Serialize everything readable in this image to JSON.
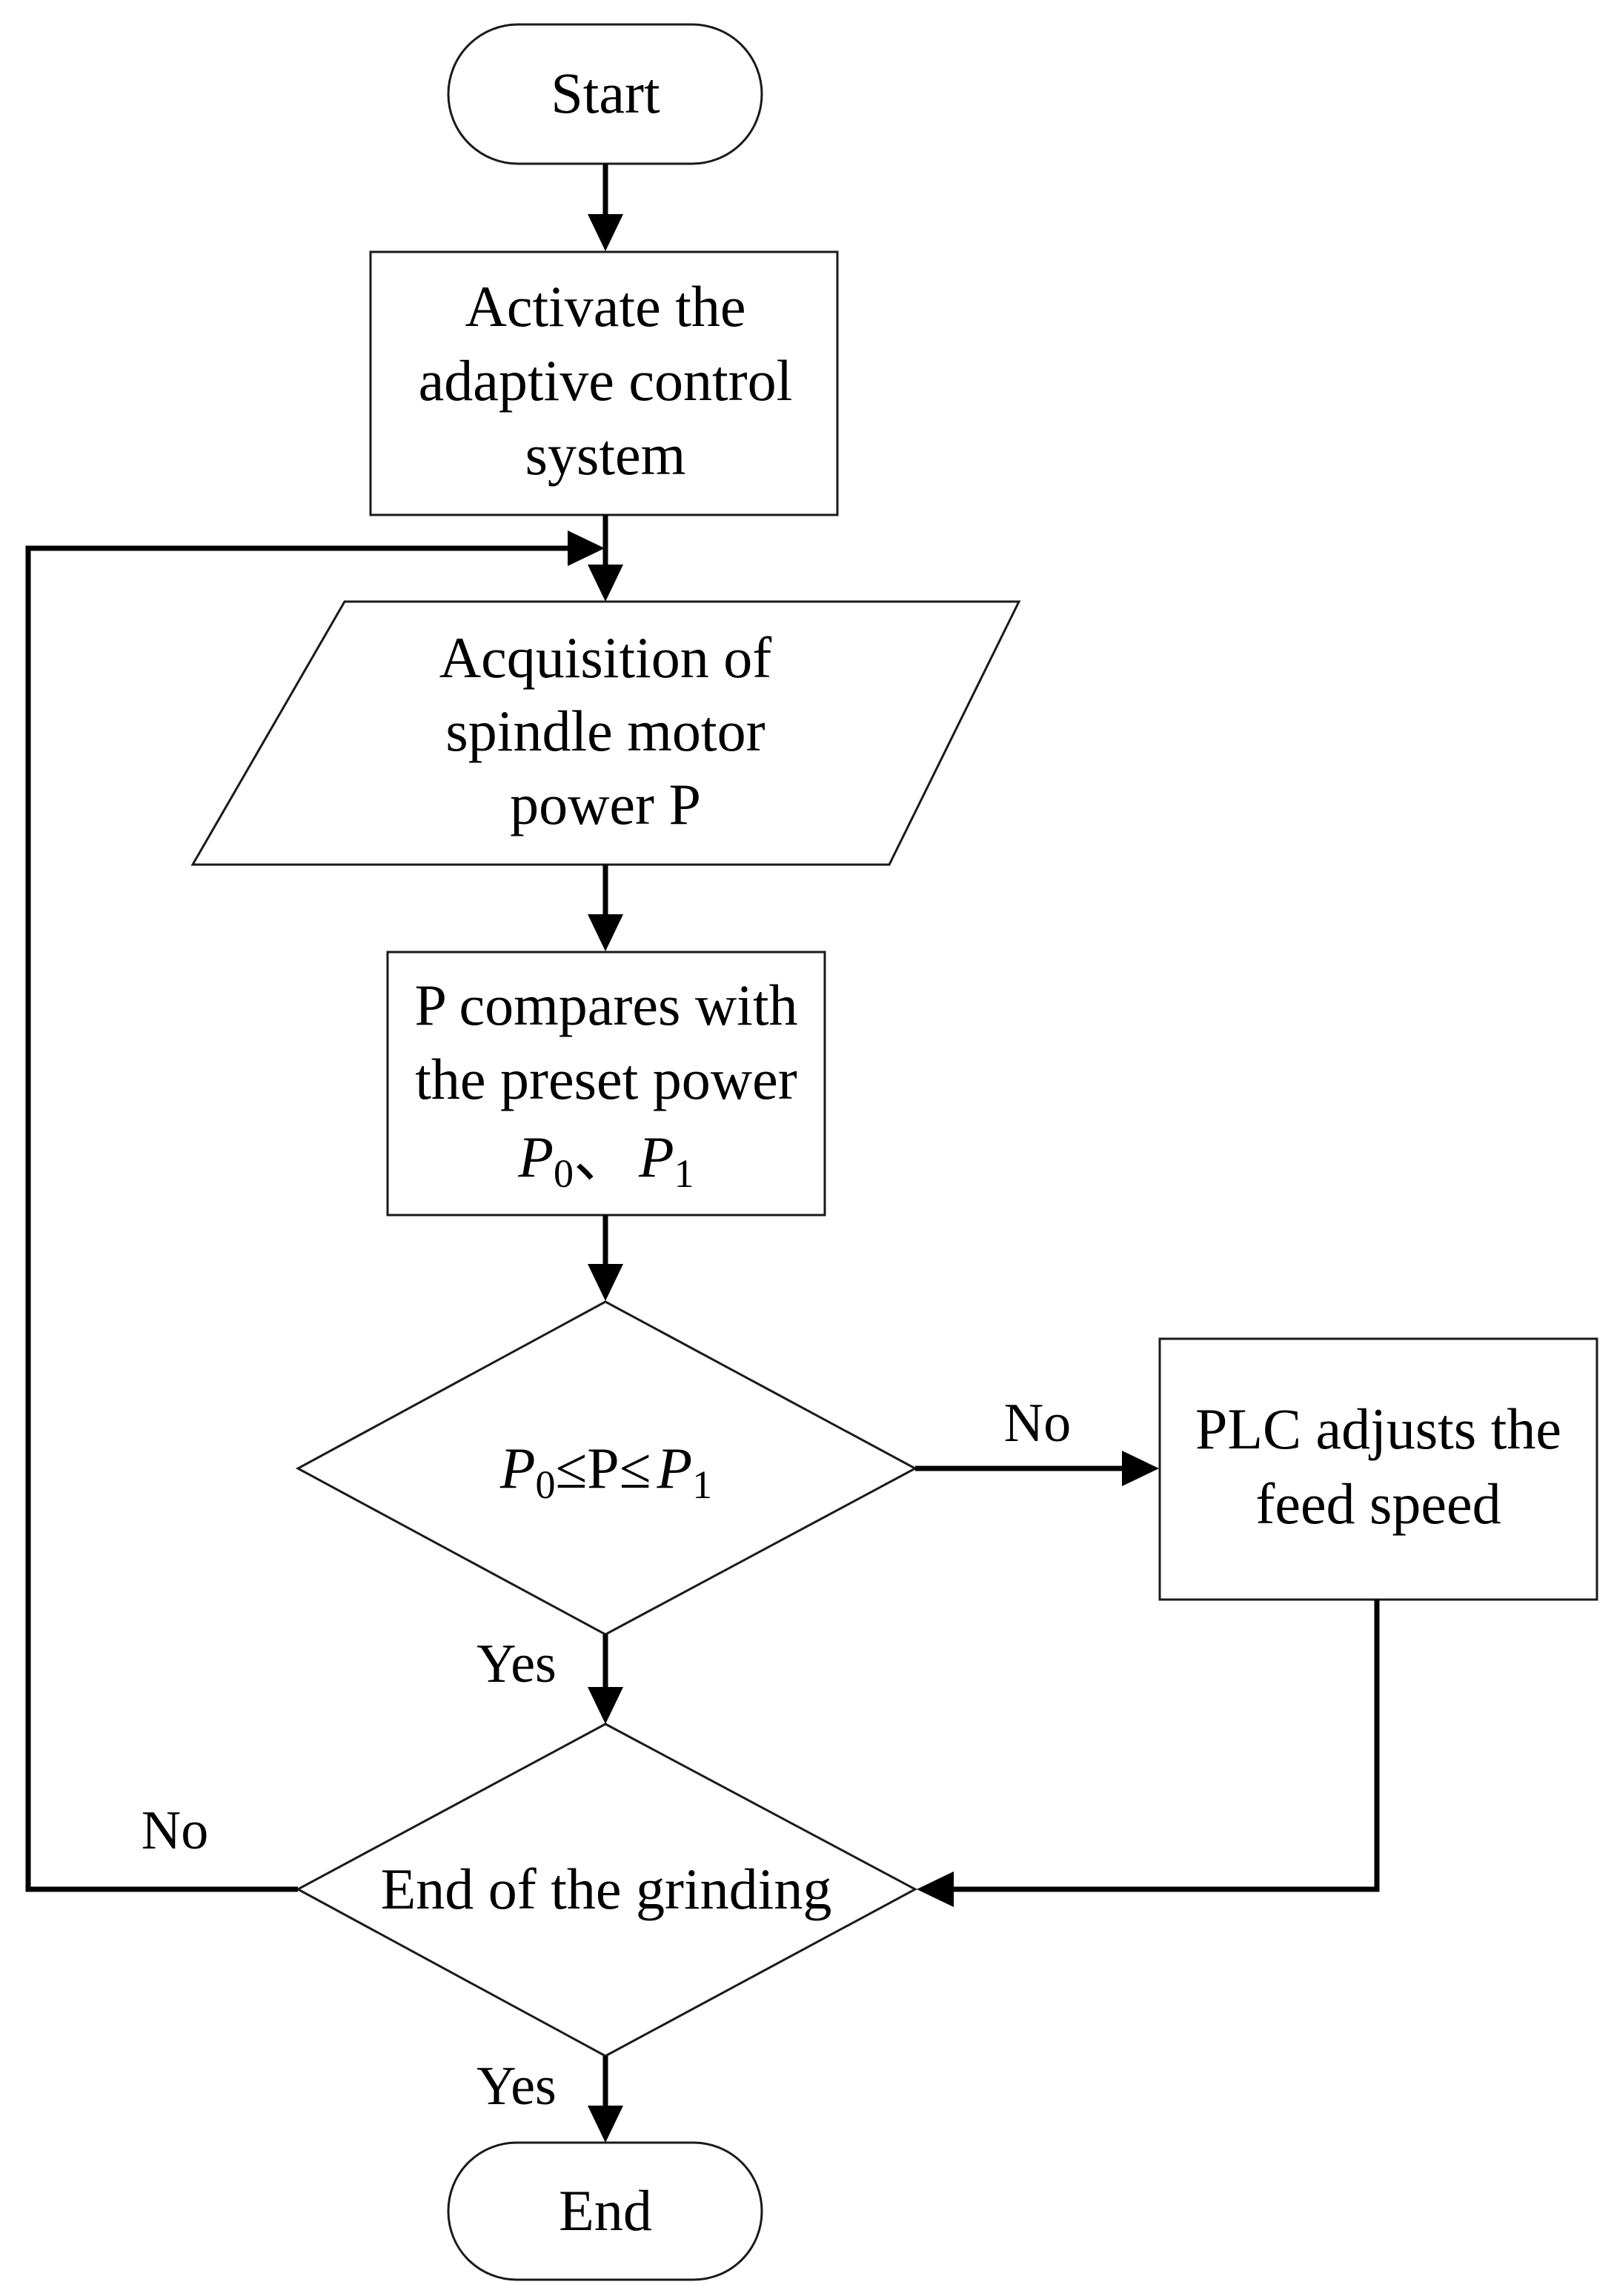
{
  "nodes": {
    "start": {
      "label": "Start"
    },
    "activate": {
      "lines": [
        "Activate the",
        "adaptive control",
        "system"
      ]
    },
    "acquire": {
      "lines": [
        "Acquisition of",
        "spindle motor",
        "power P"
      ]
    },
    "compare": {
      "lines": [
        "P compares with",
        "the preset power"
      ],
      "formula": {
        "var": "P",
        "sub0": "0",
        "sep": "、",
        "sub1": "1"
      }
    },
    "check_range": {
      "formula": {
        "var": "P",
        "sub0": "0",
        "op": "≤",
        "middle": "P",
        "sub1": "1"
      }
    },
    "plc": {
      "lines": [
        "PLC adjusts the",
        "feed speed"
      ]
    },
    "end_check": {
      "label": "End of the grinding"
    },
    "end": {
      "label": "End"
    }
  },
  "edges": {
    "range_no": "No",
    "range_yes": "Yes",
    "grind_no": "No",
    "grind_yes": "Yes"
  }
}
